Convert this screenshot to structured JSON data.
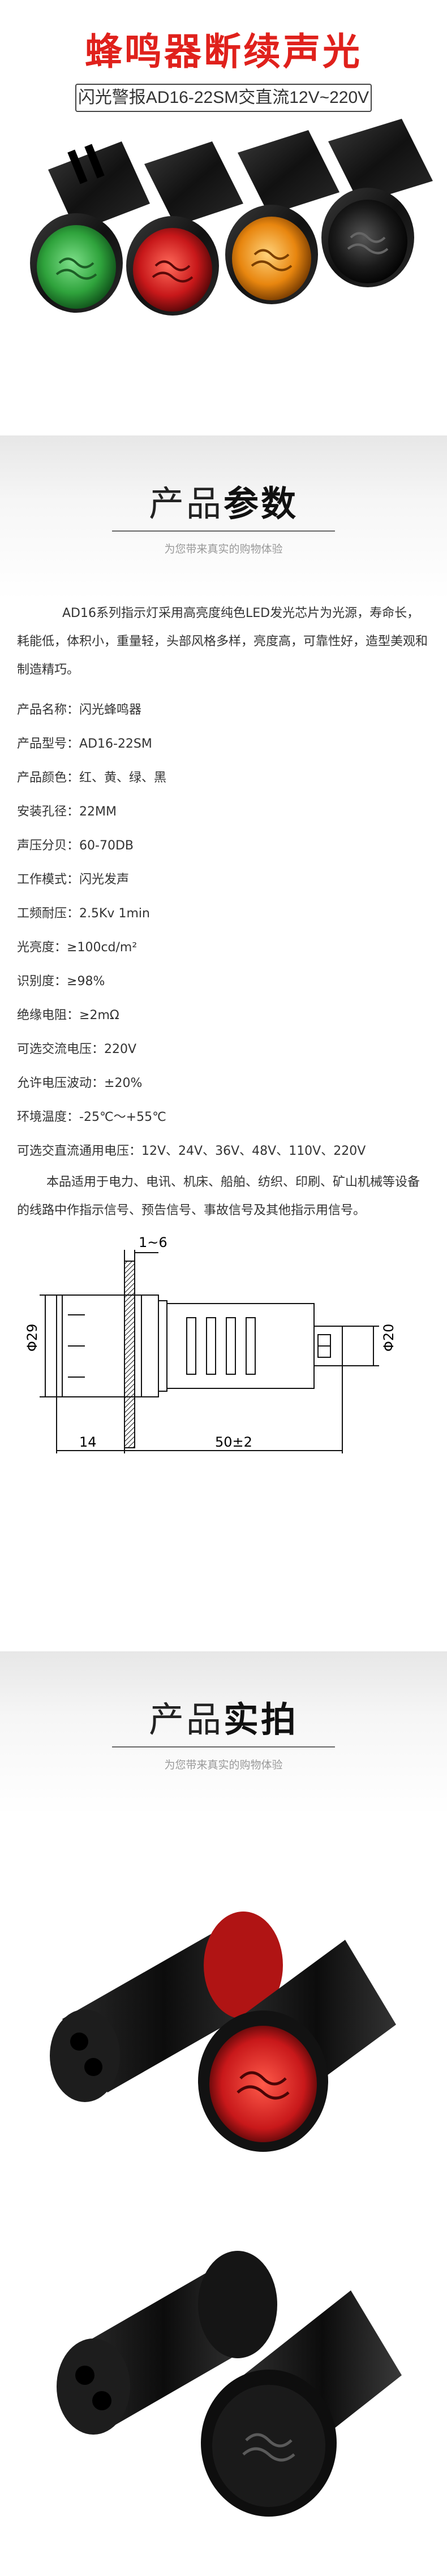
{
  "hero": {
    "title": "蜂鸣器断续声光",
    "subtitle": "闪光警报AD16-22SM交直流12V~220V"
  },
  "section_params": {
    "title_normal": "产品",
    "title_bold": "参数",
    "subtitle": "为您带来真实的购物体验"
  },
  "intro": "AD16系列指示灯采用高亮度纯色LED发光芯片为光源，寿命长，耗能低，体积小，重量轻，头部风格多样，亮度高，可靠性好，造型美观和制造精巧。",
  "params": [
    {
      "k": "产品名称：",
      "v": "闪光蜂鸣器"
    },
    {
      "k": "产品型号：",
      "v": "AD16-22SM"
    },
    {
      "k": "产品颜色：",
      "v": "红、黄、绿、黑"
    },
    {
      "k": "安装孔径：",
      "v": "22MM"
    },
    {
      "k": "声压分贝：",
      "v": "60-70DB"
    },
    {
      "k": "工作模式：",
      "v": "闪光发声"
    },
    {
      "k": "工频耐压：",
      "v": "2.5Kv 1min"
    },
    {
      "k": "光亮度：",
      "v": "≥100cd/m²"
    },
    {
      "k": "识别度：",
      "v": "≥98%"
    },
    {
      "k": "绝缘电阻：",
      "v": "≥2mΩ"
    },
    {
      "k": "可选交流电压：",
      "v": "220V"
    },
    {
      "k": "允许电压波动：",
      "v": "±20%"
    },
    {
      "k": "环境温度：",
      "v": "-25℃～+55℃"
    },
    {
      "k": "可选交直流通用电压：",
      "v": "12V、24V、36V、48V、110V、220V"
    }
  ],
  "usage": "本品适用于电力、电讯、机床、船舶、纺织、印刷、矿山机械等设备的线路中作指示信号、预告信号、事故信号及其他指示用信号。",
  "dimensions": {
    "top": "1~6",
    "left": "Φ29",
    "right": "Φ20",
    "bottom_left": "14",
    "bottom_right": "50±2"
  },
  "section_photos": {
    "title_normal": "产品",
    "title_bold": "实拍",
    "subtitle": "为您带来真实的购物体验"
  },
  "colors": {
    "title_red": "#e0211c",
    "body_black": "#1a1a1a",
    "lens_green": "#2fa33c",
    "lens_red": "#c8181a",
    "lens_amber": "#e8860f",
    "lens_black": "#111111"
  },
  "icons": [
    "buzzer-green",
    "buzzer-red",
    "buzzer-amber",
    "buzzer-black"
  ]
}
